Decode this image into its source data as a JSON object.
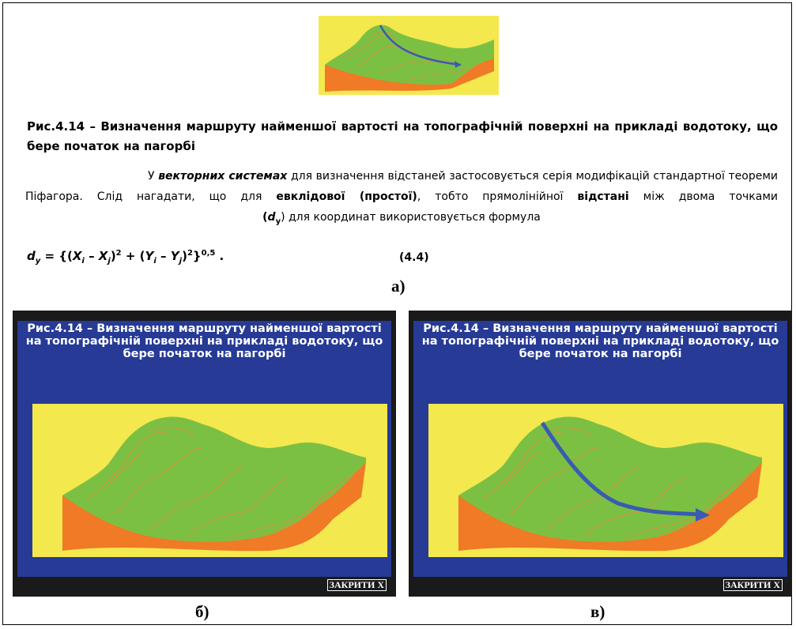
{
  "caption": "Рис.4.14 – Визначення маршруту найменшої вартості на топографічній поверхні на прикладі водотоку, що бере початок на пагорбі",
  "paragraph": {
    "p1": "У ",
    "p2": "векторних системах",
    "p3": " для визначення відстаней застосовується серія модифікацій стандартної теореми",
    "p4": "Піфагора. Слід нагадати, що для ",
    "p5": "евклідової (простої)",
    "p6": ", тобто прямолінійної ",
    "p7": "відстані",
    "p8": " між двома точками",
    "p9": "(",
    "p10": "d",
    "p11": "y",
    "p12": ") для координат використовується формула"
  },
  "formula": {
    "d": "d",
    "dsub": "y",
    "eq": " = {(",
    "xi": "X",
    "i1": "i",
    "minus1": " – ",
    "xj": "X",
    "j1": "j",
    "close1": ")",
    "sq1": "2",
    "plus": " + (",
    "yi": "Y",
    "i2": "i",
    "minus2": " – ",
    "yj": "Y",
    "j2": "j",
    "close2": ")",
    "sq2": "2",
    "close3": "}",
    "pow": "0,5",
    "dot": " ."
  },
  "equation_number": "(4.4)",
  "labels": {
    "a": "а)",
    "b": "б)",
    "c": "в)"
  },
  "slides": [
    {
      "title": "Рис.4.14 – Визначення маршруту найменшої вартості на топографічній поверхні на прикладі водотоку, що бере початок на пагорбі",
      "close_label": "ЗАКРИТИ X",
      "arrow": false
    },
    {
      "title": "Рис.4.14 – Визначення маршруту найменшої вартості на топографічній поверхні на прикладі водотоку, що бере початок на пагорбі",
      "close_label": "ЗАКРИТИ X",
      "arrow": true
    }
  ],
  "colors": {
    "background_yellow": "#f3e84e",
    "terrain_green": "#7cc043",
    "terrain_side": "#f07a25",
    "slide_blue": "#263a96",
    "arrow": "#3a5bb0"
  }
}
